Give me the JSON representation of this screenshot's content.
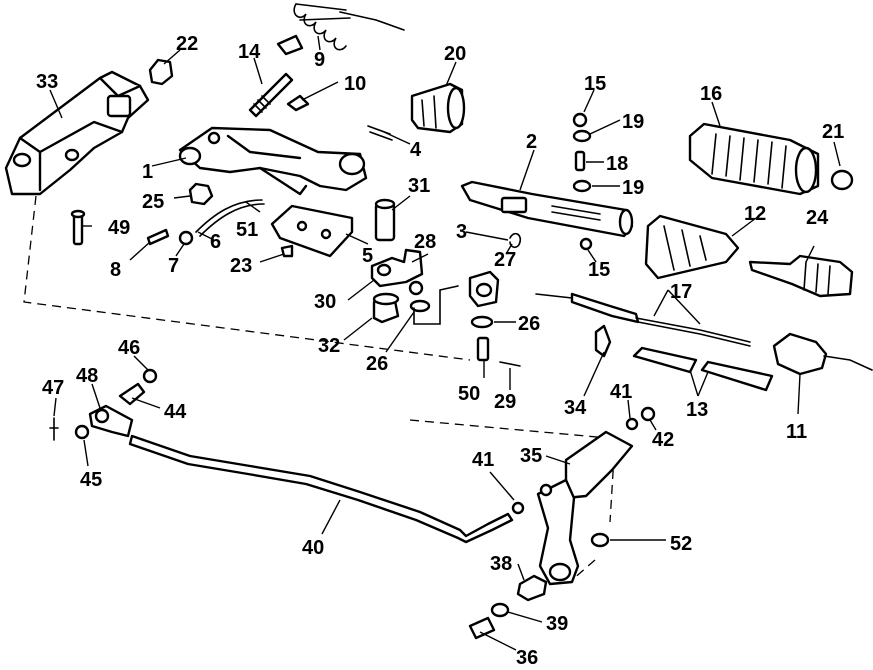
{
  "diagram": {
    "callouts": [
      {
        "id": "c1",
        "label": "1"
      },
      {
        "id": "c2",
        "label": "2"
      },
      {
        "id": "c3",
        "label": "3"
      },
      {
        "id": "c4",
        "label": "4"
      },
      {
        "id": "c5",
        "label": "5"
      },
      {
        "id": "c6",
        "label": "6"
      },
      {
        "id": "c7",
        "label": "7"
      },
      {
        "id": "c8",
        "label": "8"
      },
      {
        "id": "c9",
        "label": "9"
      },
      {
        "id": "c10",
        "label": "10"
      },
      {
        "id": "c11",
        "label": "11"
      },
      {
        "id": "c12",
        "label": "12"
      },
      {
        "id": "c13",
        "label": "13"
      },
      {
        "id": "c14",
        "label": "14"
      },
      {
        "id": "c15a",
        "label": "15"
      },
      {
        "id": "c15b",
        "label": "15"
      },
      {
        "id": "c16",
        "label": "16"
      },
      {
        "id": "c17",
        "label": "17"
      },
      {
        "id": "c18",
        "label": "18"
      },
      {
        "id": "c19a",
        "label": "19"
      },
      {
        "id": "c19b",
        "label": "19"
      },
      {
        "id": "c20",
        "label": "20"
      },
      {
        "id": "c21",
        "label": "21"
      },
      {
        "id": "c22",
        "label": "22"
      },
      {
        "id": "c23",
        "label": "23"
      },
      {
        "id": "c24",
        "label": "24"
      },
      {
        "id": "c25",
        "label": "25"
      },
      {
        "id": "c26a",
        "label": "26"
      },
      {
        "id": "c26b",
        "label": "26"
      },
      {
        "id": "c27",
        "label": "27"
      },
      {
        "id": "c28",
        "label": "28"
      },
      {
        "id": "c29",
        "label": "29"
      },
      {
        "id": "c30",
        "label": "30"
      },
      {
        "id": "c31",
        "label": "31"
      },
      {
        "id": "c32",
        "label": "32"
      },
      {
        "id": "c33",
        "label": "33"
      },
      {
        "id": "c34",
        "label": "34"
      },
      {
        "id": "c35",
        "label": "35"
      },
      {
        "id": "c36",
        "label": "36"
      },
      {
        "id": "c38",
        "label": "38"
      },
      {
        "id": "c39",
        "label": "39"
      },
      {
        "id": "c40",
        "label": "40"
      },
      {
        "id": "c41a",
        "label": "41"
      },
      {
        "id": "c41b",
        "label": "41"
      },
      {
        "id": "c42",
        "label": "42"
      },
      {
        "id": "c44",
        "label": "44"
      },
      {
        "id": "c45",
        "label": "45"
      },
      {
        "id": "c46",
        "label": "46"
      },
      {
        "id": "c47",
        "label": "47"
      },
      {
        "id": "c48",
        "label": "48"
      },
      {
        "id": "c49",
        "label": "49"
      },
      {
        "id": "c50",
        "label": "50"
      },
      {
        "id": "c51",
        "label": "51"
      },
      {
        "id": "c52",
        "label": "52"
      }
    ]
  }
}
